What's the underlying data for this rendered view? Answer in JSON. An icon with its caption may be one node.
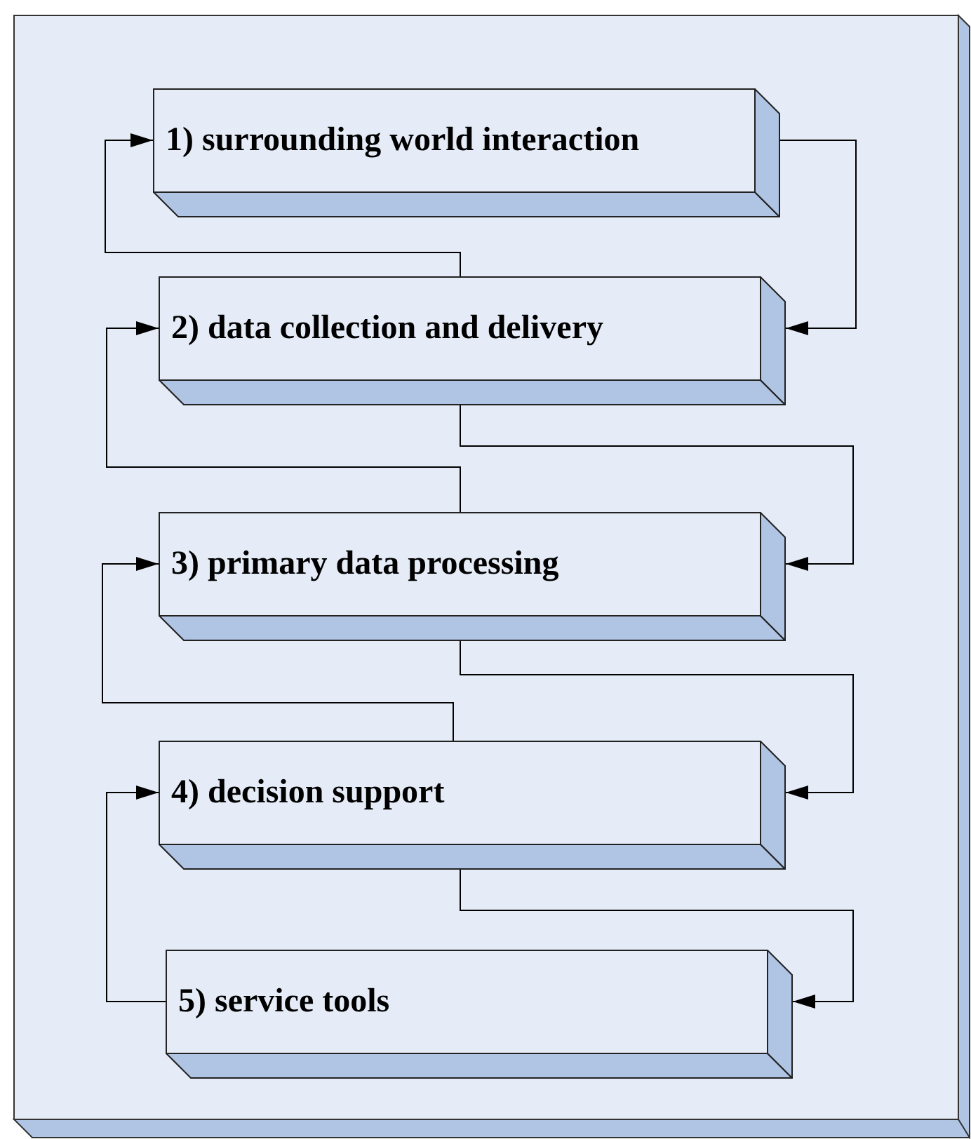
{
  "diagram": {
    "nodes": [
      {
        "text": [
          "1) surrounding world interaction"
        ]
      },
      {
        "text": [
          "2) data collection and delivery"
        ]
      },
      {
        "text": [
          "3) primary data processing"
        ]
      },
      {
        "text": [
          "4) decision support"
        ]
      },
      {
        "text": [
          "5) service tools"
        ]
      }
    ],
    "edges": [
      {
        "from": 0,
        "to": 1,
        "arrow": "to"
      },
      {
        "from": 1,
        "to": 0,
        "arrow": "to"
      },
      {
        "from": 1,
        "to": 2,
        "arrow": "to"
      },
      {
        "from": 2,
        "to": 1,
        "arrow": "to"
      },
      {
        "from": 2,
        "to": 3,
        "arrow": "to"
      },
      {
        "from": 3,
        "to": 2,
        "arrow": "to"
      },
      {
        "from": 3,
        "to": 4,
        "arrow": "to"
      },
      {
        "from": 4,
        "to": 3,
        "arrow": "to"
      }
    ]
  }
}
